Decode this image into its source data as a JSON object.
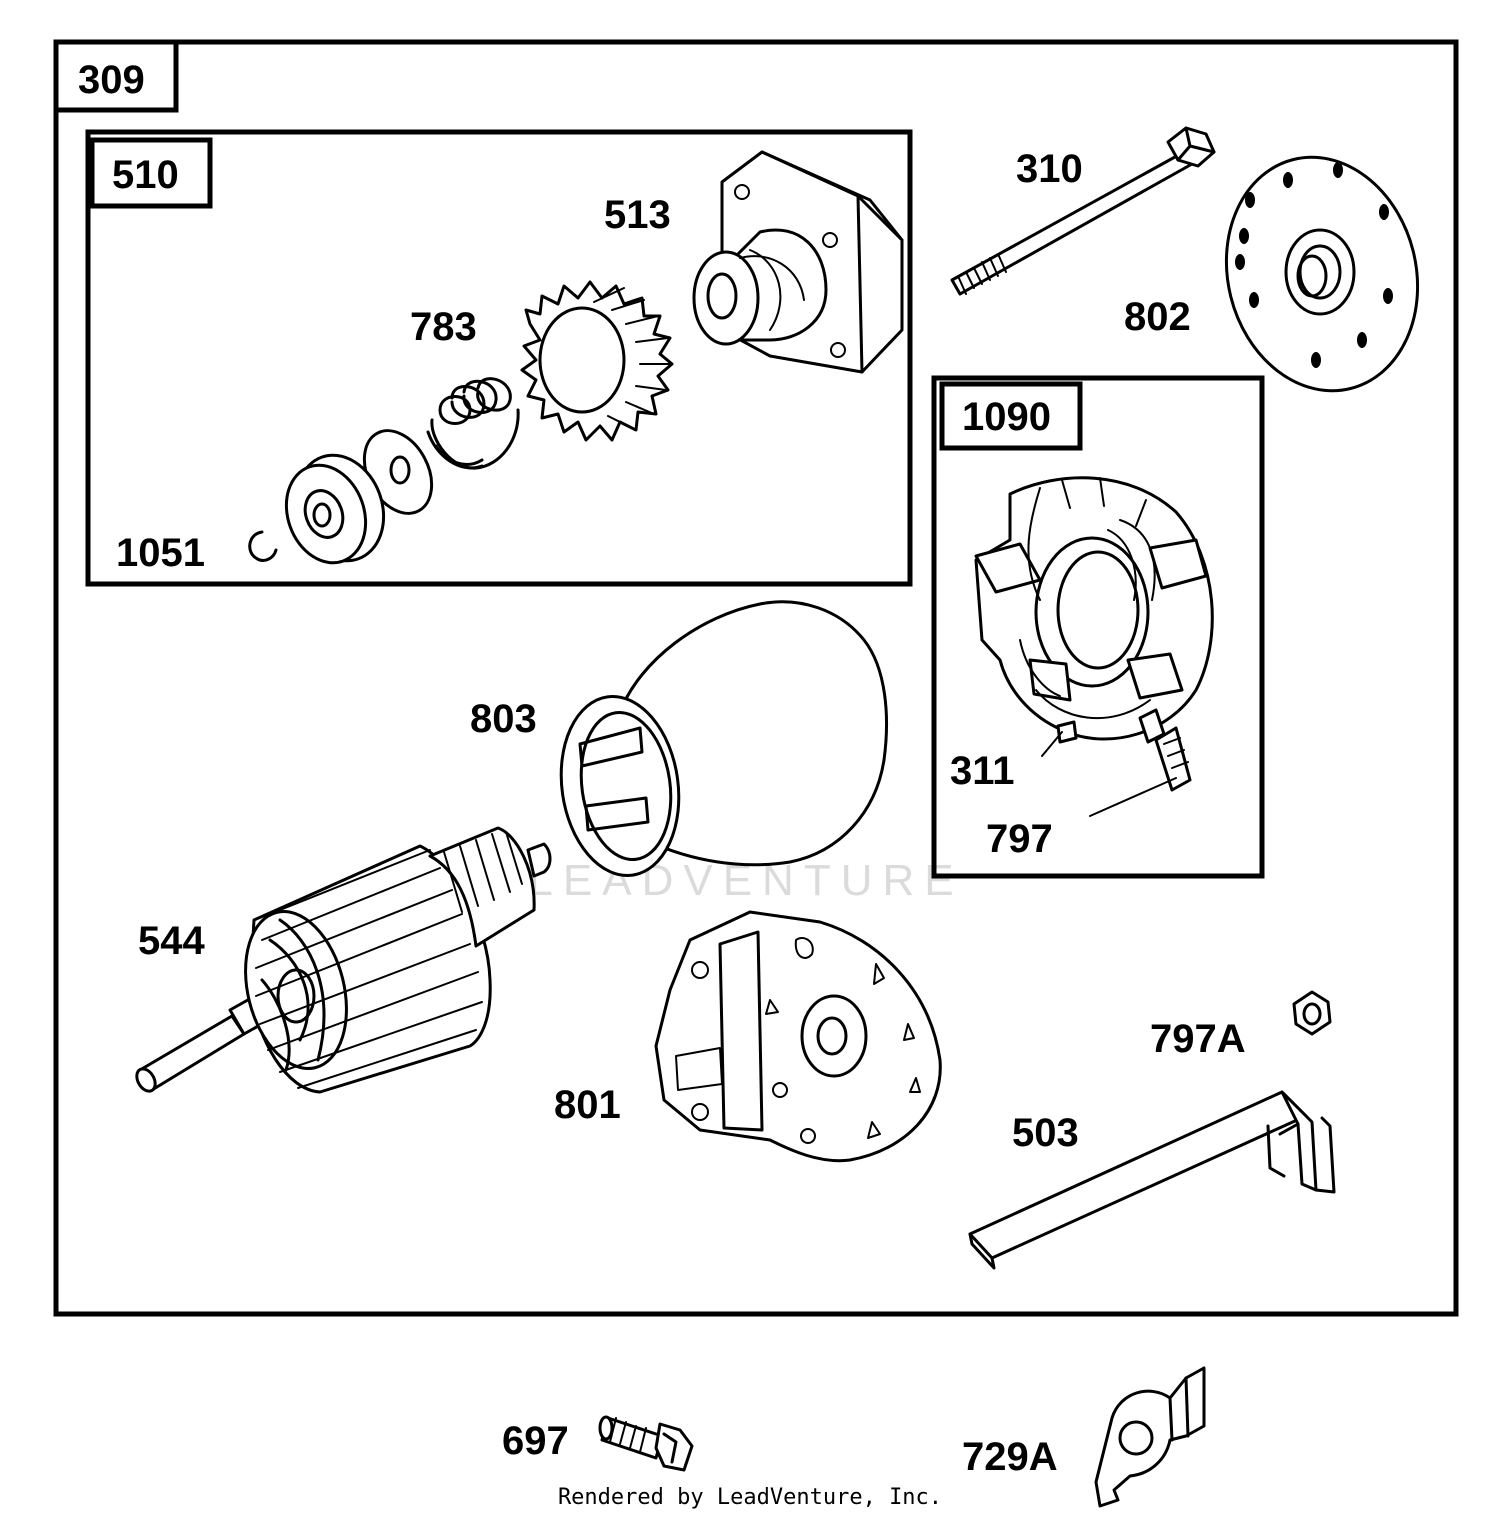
{
  "assemblies": {
    "outer": "309",
    "drive": "510",
    "brush_holder": "1090"
  },
  "parts": {
    "p310": "310",
    "p802": "802",
    "p513": "513",
    "p783": "783",
    "p1051": "1051",
    "p803": "803",
    "p311": "311",
    "p797": "797",
    "p544": "544",
    "p801": "801",
    "p797A": "797A",
    "p503": "503",
    "p697": "697",
    "p729A": "729A"
  },
  "watermark": "LEADVENTURE",
  "footer": "Rendered by LeadVenture, Inc."
}
